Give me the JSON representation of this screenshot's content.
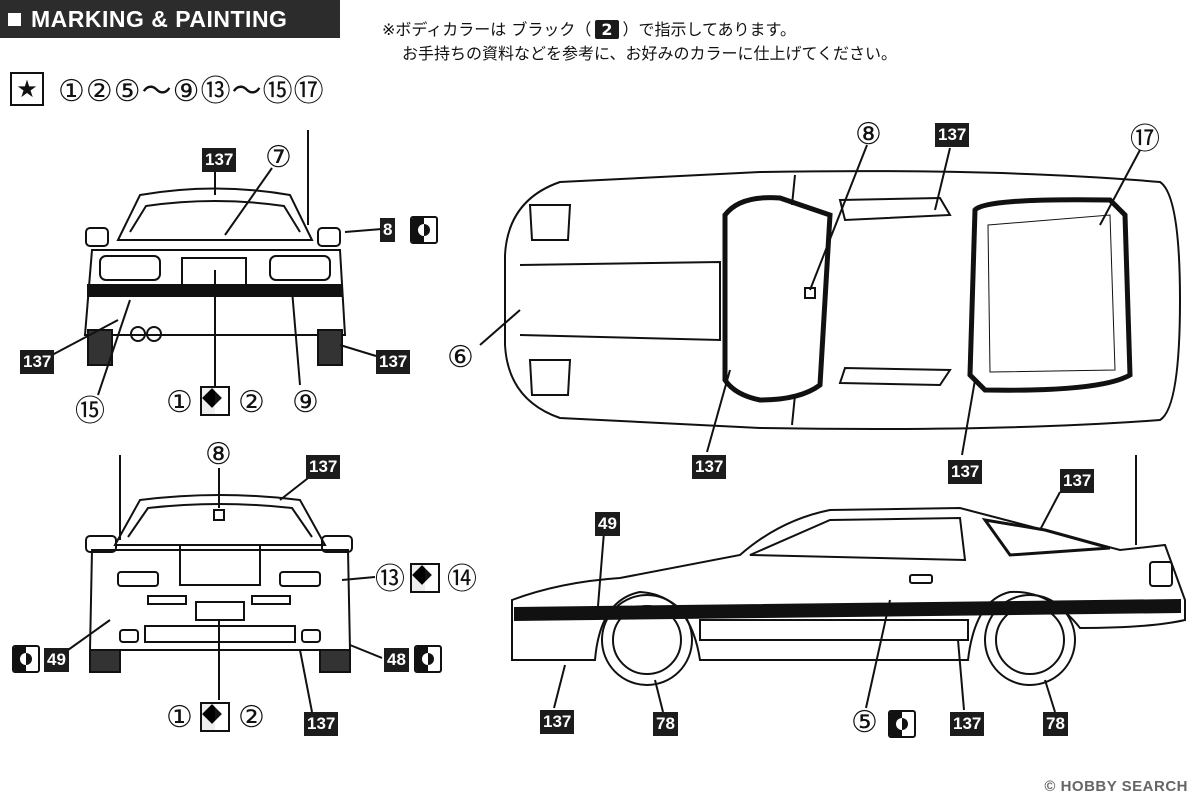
{
  "header": {
    "title": "MARKING & PAINTING"
  },
  "note": {
    "line1_pre": "※ボディカラーは ブラック（",
    "line1_num": "2",
    "line1_post": "）で指示してあります。",
    "line2": "お手持ちの資料などを参考に、お好みのカラーに仕上げてください。"
  },
  "sequence": {
    "star_icon": "star-icon",
    "text": "①②⑤〜⑨⑬〜⑮⑰"
  },
  "rear_view": {
    "c137a": "137",
    "c7": "⑦",
    "c8": "8",
    "c137_left": "137",
    "c137_right": "137",
    "c15": "⑮",
    "c1": "①",
    "c2": "②",
    "c9": "⑨"
  },
  "front_view": {
    "c8": "⑧",
    "c137_top": "137",
    "c13": "⑬",
    "c14": "⑭",
    "c49": "49",
    "c48": "48",
    "c1": "①",
    "c2": "②",
    "c137_bottom": "137"
  },
  "top_view": {
    "c8": "⑧",
    "c137_top": "137",
    "c17": "⑰",
    "c6": "⑥",
    "c137_bl": "137",
    "c137_br": "137"
  },
  "side_view": {
    "c49": "49",
    "c137_top": "137",
    "c137_bl": "137",
    "c78_l": "78",
    "c5": "⑤",
    "c137_bm": "137",
    "c78_r": "78"
  },
  "watermark": "© HOBBY SEARCH"
}
